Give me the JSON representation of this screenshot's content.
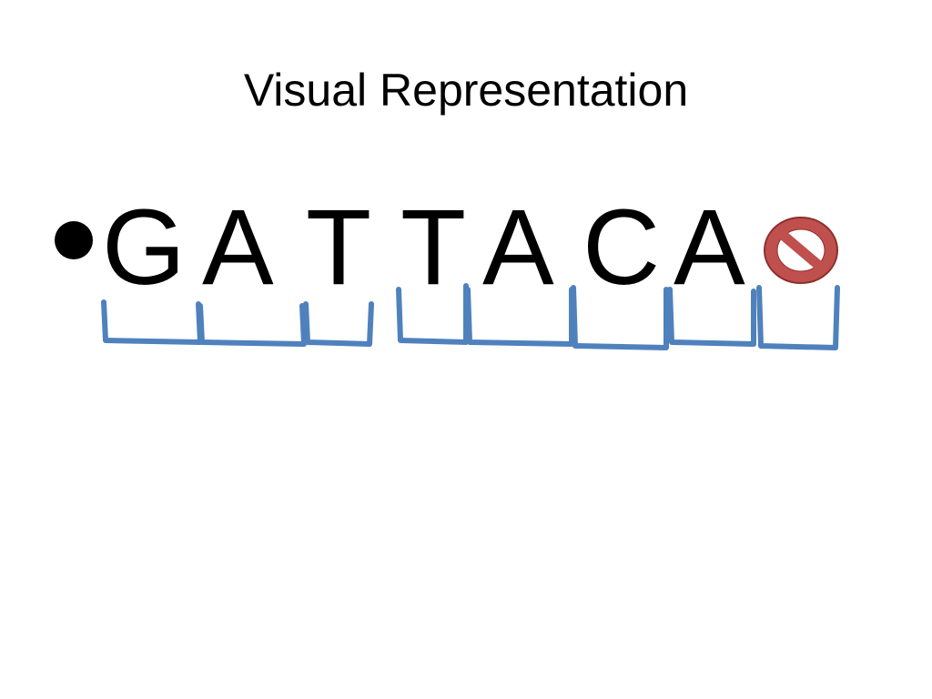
{
  "slide": {
    "title": "Visual Representation",
    "sequence": [
      "G",
      "A",
      "T",
      "T",
      "A",
      "C",
      "A"
    ],
    "end_icon": "prohibited-icon",
    "colors": {
      "bracket": "#4f81bd",
      "prohibited_fill": "#c0504d",
      "prohibited_stroke": "#8c2f2c",
      "text": "#000000"
    }
  }
}
